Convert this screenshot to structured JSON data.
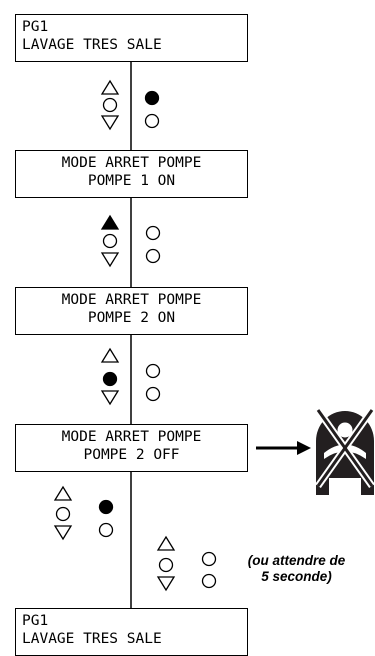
{
  "screens": [
    {
      "line1": "PG1",
      "line2": "LAVAGE TRES SALE"
    },
    {
      "line1": "MODE ARRET POMPE",
      "line2": "POMPE 1 ON"
    },
    {
      "line1": "MODE ARRET POMPE",
      "line2": "POMPE 2 ON"
    },
    {
      "line1": "MODE ARRET POMPE",
      "line2": "POMPE 2 OFF"
    },
    {
      "line1": "PG1",
      "line2": "LAVAGE TRES SALE"
    }
  ],
  "keypad_steps": [
    {
      "pressed": "enter"
    },
    {
      "pressed": "up"
    },
    {
      "pressed": "middle"
    },
    {
      "pressed": "enter"
    },
    {
      "pressed": "none"
    }
  ],
  "note": {
    "line1": "(ou attendre de",
    "line2": "5 seconde)"
  },
  "pump_symbol": {
    "icon": "pump-off-icon",
    "state": "off"
  },
  "colors": {
    "ink": "#000000",
    "background": "#ffffff",
    "pump_symbol": "#231f20"
  }
}
